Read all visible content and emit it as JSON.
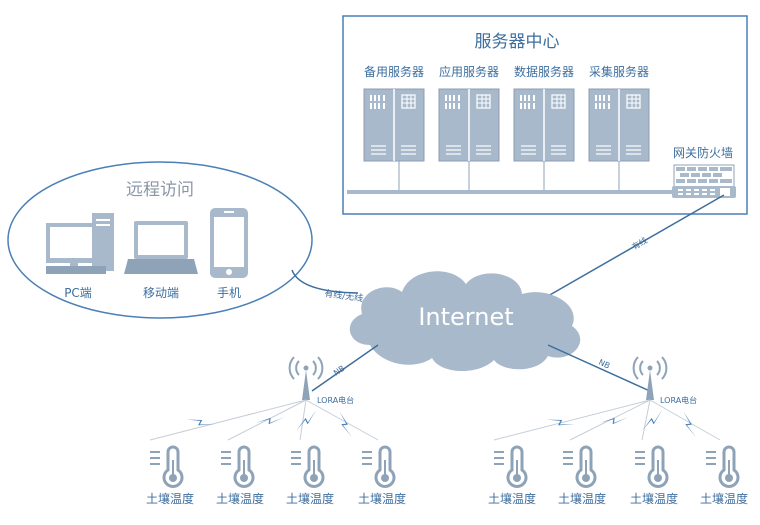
{
  "server_center": {
    "title": "服务器中心",
    "servers": [
      {
        "label": "备用服务器"
      },
      {
        "label": "应用服务器"
      },
      {
        "label": "数据服务器"
      },
      {
        "label": "采集服务器"
      }
    ],
    "firewall_label": "网关防火墙"
  },
  "remote_access": {
    "title": "远程访问",
    "devices": [
      {
        "label": "PC端"
      },
      {
        "label": "移动端"
      },
      {
        "label": "手机"
      }
    ]
  },
  "internet_label": "Internet",
  "links": {
    "wired": "有线",
    "wired_wireless": "有线/无线",
    "nb_left": "NB",
    "nb_right": "NB"
  },
  "stations": [
    {
      "label": "LORA电台",
      "sensors": [
        "土壤温度",
        "土壤温度",
        "土壤温度",
        "土壤温度"
      ]
    },
    {
      "label": "LORA电台",
      "sensors": [
        "土壤温度",
        "土壤温度",
        "土壤温度",
        "土壤温度"
      ]
    }
  ],
  "colors": {
    "line": "#4a7fb8",
    "server_fill": "#a9b9cc",
    "cloud_fill": "#a9b9cc",
    "label_text": "#3d6e9e",
    "sensor": "#8fa3b8"
  }
}
